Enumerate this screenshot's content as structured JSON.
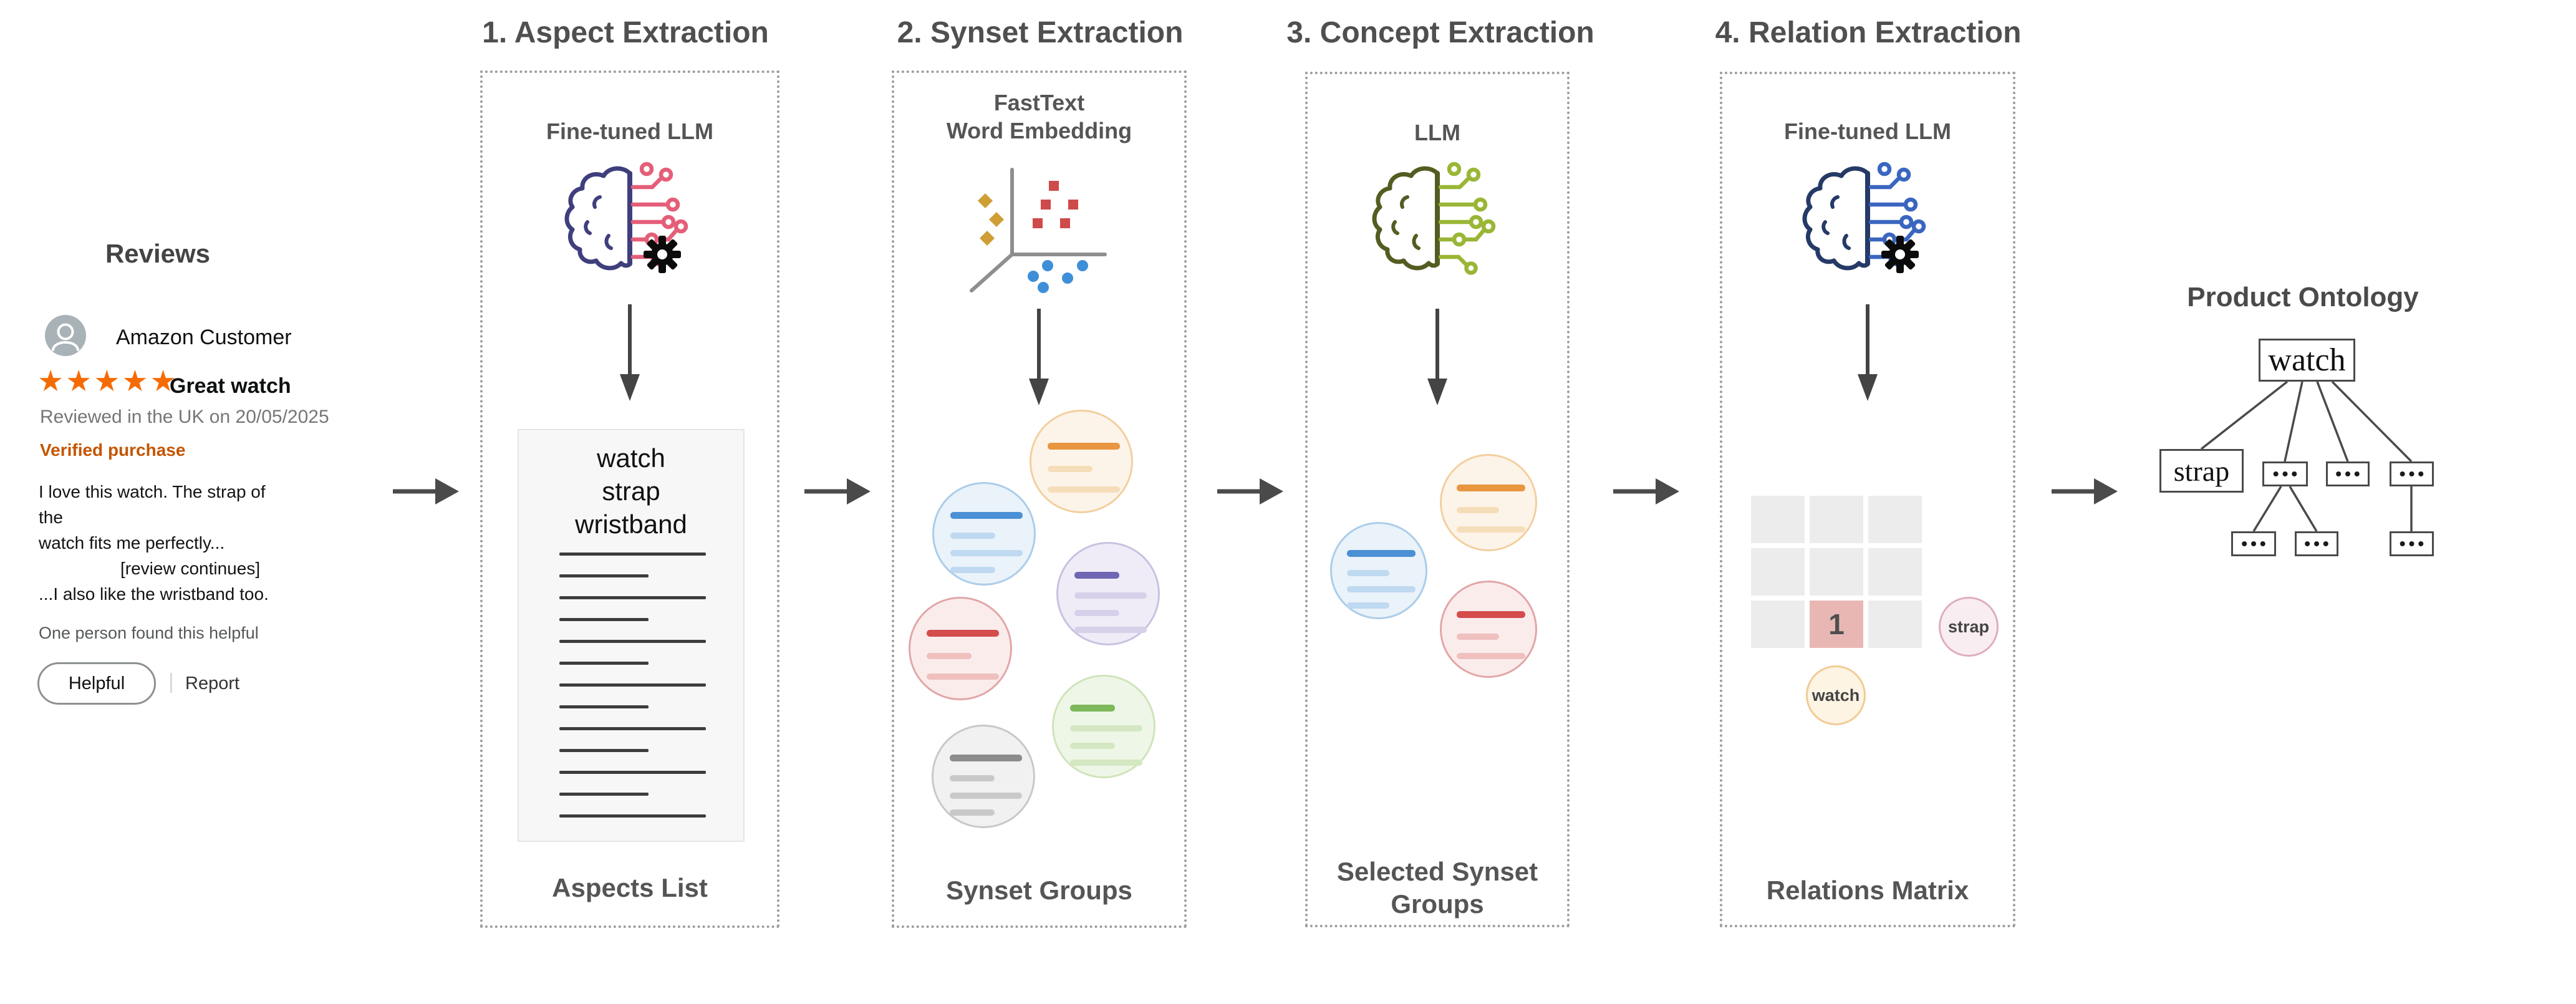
{
  "review_panel": {
    "title": "Reviews",
    "reviewer_name": "Amazon Customer",
    "stars": "★★★★★",
    "rating_value": "5",
    "review_title": "Great watch",
    "review_meta": "Reviewed in the UK on 20/05/2025",
    "verified_badge": "Verified purchase",
    "body_line1": "I love this watch. The strap of the",
    "body_line2": "watch fits me perfectly...",
    "body_line3": "[review continues]",
    "body_line4": "...I also like the wristband too.",
    "helpful_summary": "One person found this helpful",
    "helpful_button_label": "Helpful",
    "divider": "|",
    "report_label": "Report",
    "star_color": "#f56b02",
    "verified_color": "#c45500"
  },
  "steps": [
    {
      "title": "1. Aspect Extraction",
      "model_line1": "Fine-tuned LLM",
      "output_line1": "Aspects List"
    },
    {
      "title": "2. Synset Extraction",
      "model_line1": "FastText",
      "model_line2": "Word Embedding",
      "output_line1": "Synset Groups"
    },
    {
      "title": "3. Concept Extraction",
      "model_line1": "LLM",
      "output_line1": "Selected Synset",
      "output_line2": "Groups"
    },
    {
      "title": "4. Relation Extraction",
      "model_line1": "Fine-tuned LLM",
      "output_line1": "Relations Matrix"
    }
  ],
  "aspects_list": {
    "word1": "watch",
    "word2": "strap",
    "word3": "wristband"
  },
  "relations_matrix": {
    "highlighted_value": "1",
    "row_entity": "watch",
    "column_entity": "strap",
    "grid_size": "3x3",
    "highlight_color": "#e8b7b4"
  },
  "ontology": {
    "title": "Product Ontology",
    "root_label": "watch",
    "children": [
      "strap",
      "•••",
      "•••",
      "•••"
    ],
    "grandchildren": [
      "•••",
      "•••",
      "•••"
    ]
  },
  "icons": {
    "avatar_bg": "#a9b2b6",
    "step1_brain": {
      "left": "#3f3f7d",
      "right": "#e55e78",
      "gear": "#0b0b0b"
    },
    "embedding": {
      "axes": "#8e8e8e",
      "diamond": "#cf9f35",
      "square": "#cf4a4a",
      "dot": "#3e8fd8"
    },
    "step3_brain": {
      "left": "#555c21",
      "right": "#9ab636"
    },
    "step4_brain": {
      "left": "#253a66",
      "right": "#3a66c0",
      "gear": "#0b0b0b"
    },
    "arrow_color": "#4a4a4a"
  }
}
